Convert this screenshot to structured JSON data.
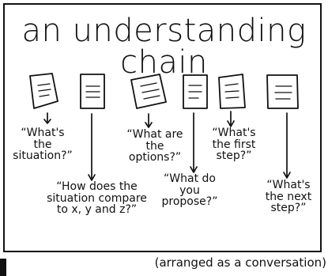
{
  "title": "an understanding chain",
  "footer": "(arranged as a conversation)",
  "steps": [
    {
      "text": "“What's\nthe\nsituation?”"
    },
    {
      "text": "“How does the\nsituation compare\nto x, y and z?”"
    },
    {
      "text": "“What are\nthe\noptions?”"
    },
    {
      "text": "“What do\nyou\npropose?”"
    },
    {
      "text": "“What's\nthe first\nstep?”"
    },
    {
      "text": "“What's\nthe next\nstep?”"
    }
  ]
}
